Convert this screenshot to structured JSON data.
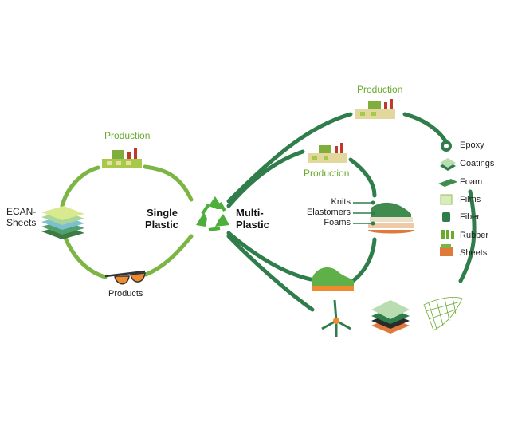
{
  "diagram": {
    "left_loop": {
      "production_label": "Production",
      "products_label": "Products",
      "sheets_label_line1": "ECAN-",
      "sheets_label_line2": "Sheets"
    },
    "center": {
      "single_line1": "Single",
      "single_line2": "Plastic",
      "multi_line1": "Multi-",
      "multi_line2": "Plastic"
    },
    "right_loop": {
      "production_top_label": "Production",
      "production_inner_label": "Production",
      "shoe_layers": [
        "Knits",
        "Elastomers",
        "Foams"
      ]
    },
    "materials": [
      "Epoxy",
      "Coatings",
      "Foam",
      "Films",
      "Fiber",
      "Rubber",
      "Sheets"
    ],
    "colors": {
      "loop_light": "#7cb544",
      "loop_dark": "#2f7d4a",
      "label_green": "#6aaa2e",
      "recycle": "#4caf3c"
    }
  }
}
